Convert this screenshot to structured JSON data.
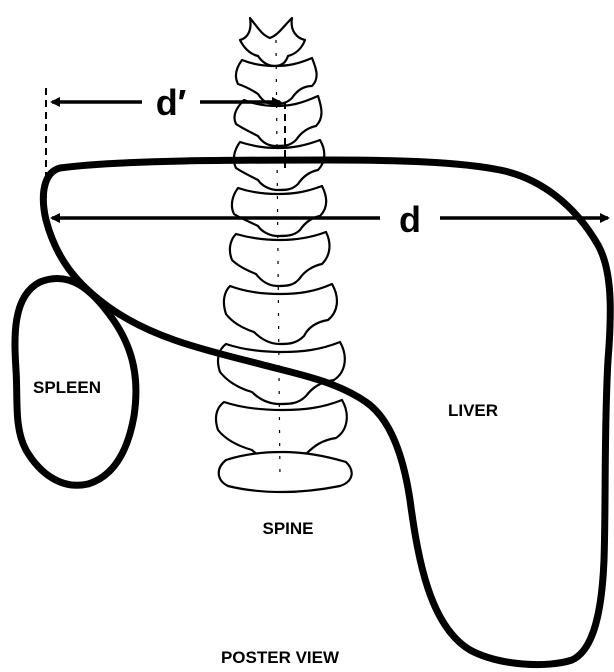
{
  "labels": {
    "d_prime": "d′",
    "d": "d",
    "spleen": "SPLEEN",
    "liver": "LIVER",
    "spine": "SPINE",
    "view": "POSTER VIEW"
  },
  "colors": {
    "ink": "#000000",
    "background": "#ffffff"
  }
}
